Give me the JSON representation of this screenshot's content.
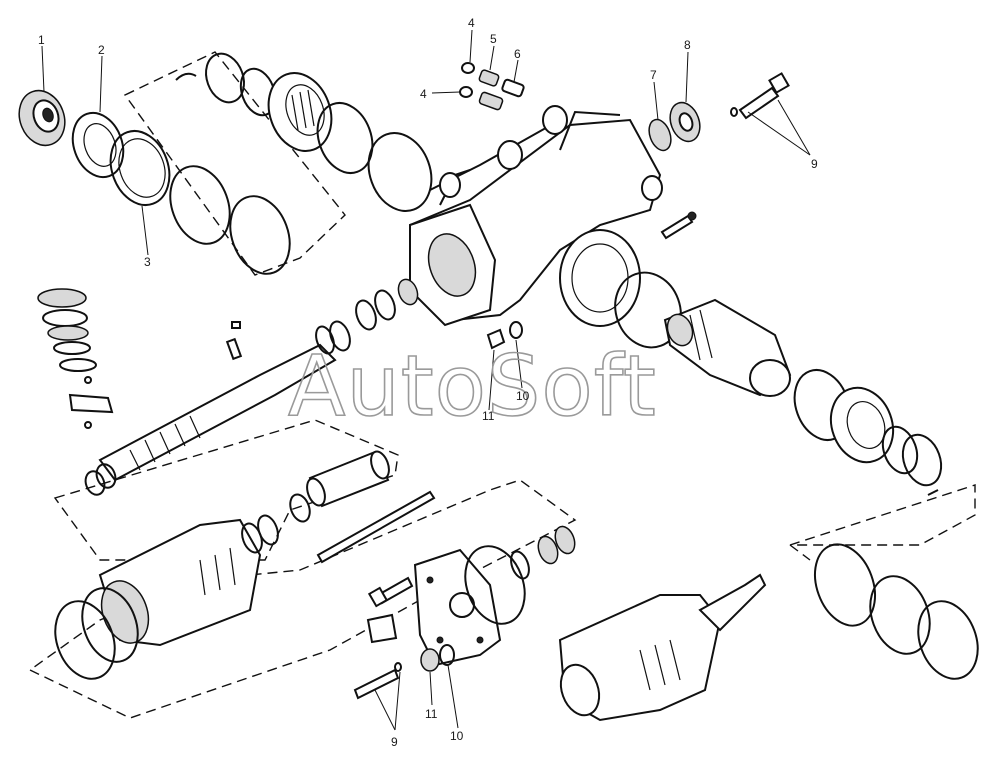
{
  "diagram": {
    "watermark": "AutoSoft",
    "callouts": {
      "c1": "1",
      "c2": "2",
      "c3": "3",
      "c4a": "4",
      "c4b": "4",
      "c5": "5",
      "c6": "6",
      "c7": "7",
      "c8": "8",
      "c9_right": "9",
      "c9_bottom": "9",
      "c10_mid": "10",
      "c10_bottom": "10",
      "c11_mid": "11",
      "c11_bottom": "11"
    }
  }
}
